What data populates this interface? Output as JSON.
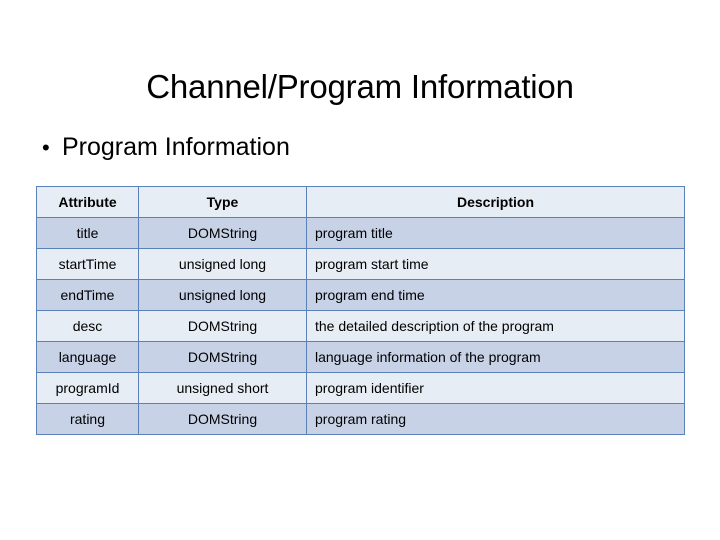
{
  "slide": {
    "title": "Channel/Program Information",
    "background_color": "#ffffff",
    "text_color": "#000000"
  },
  "bullets": [
    {
      "marker": "•",
      "text": "Program Information"
    }
  ],
  "table": {
    "name": "program-information-attributes",
    "border_color": "#5b82b8",
    "band_dark_color": "#c7d2e6",
    "band_light_color": "#e7edf5",
    "columns": [
      {
        "key": "attribute",
        "label": "Attribute"
      },
      {
        "key": "type",
        "label": "Type"
      },
      {
        "key": "description",
        "label": "Description"
      }
    ],
    "rows": [
      {
        "attribute": "title",
        "type": "DOMString",
        "description": "program title"
      },
      {
        "attribute": "startTime",
        "type": "unsigned long",
        "description": "program start time"
      },
      {
        "attribute": "endTime",
        "type": "unsigned long",
        "description": "program end time"
      },
      {
        "attribute": "desc",
        "type": "DOMString",
        "description": "the detailed description of the program"
      },
      {
        "attribute": "language",
        "type": "DOMString",
        "description": "language information of the program"
      },
      {
        "attribute": "programId",
        "type": "unsigned short",
        "description": "program identifier"
      },
      {
        "attribute": "rating",
        "type": "DOMString",
        "description": "program rating"
      }
    ]
  }
}
